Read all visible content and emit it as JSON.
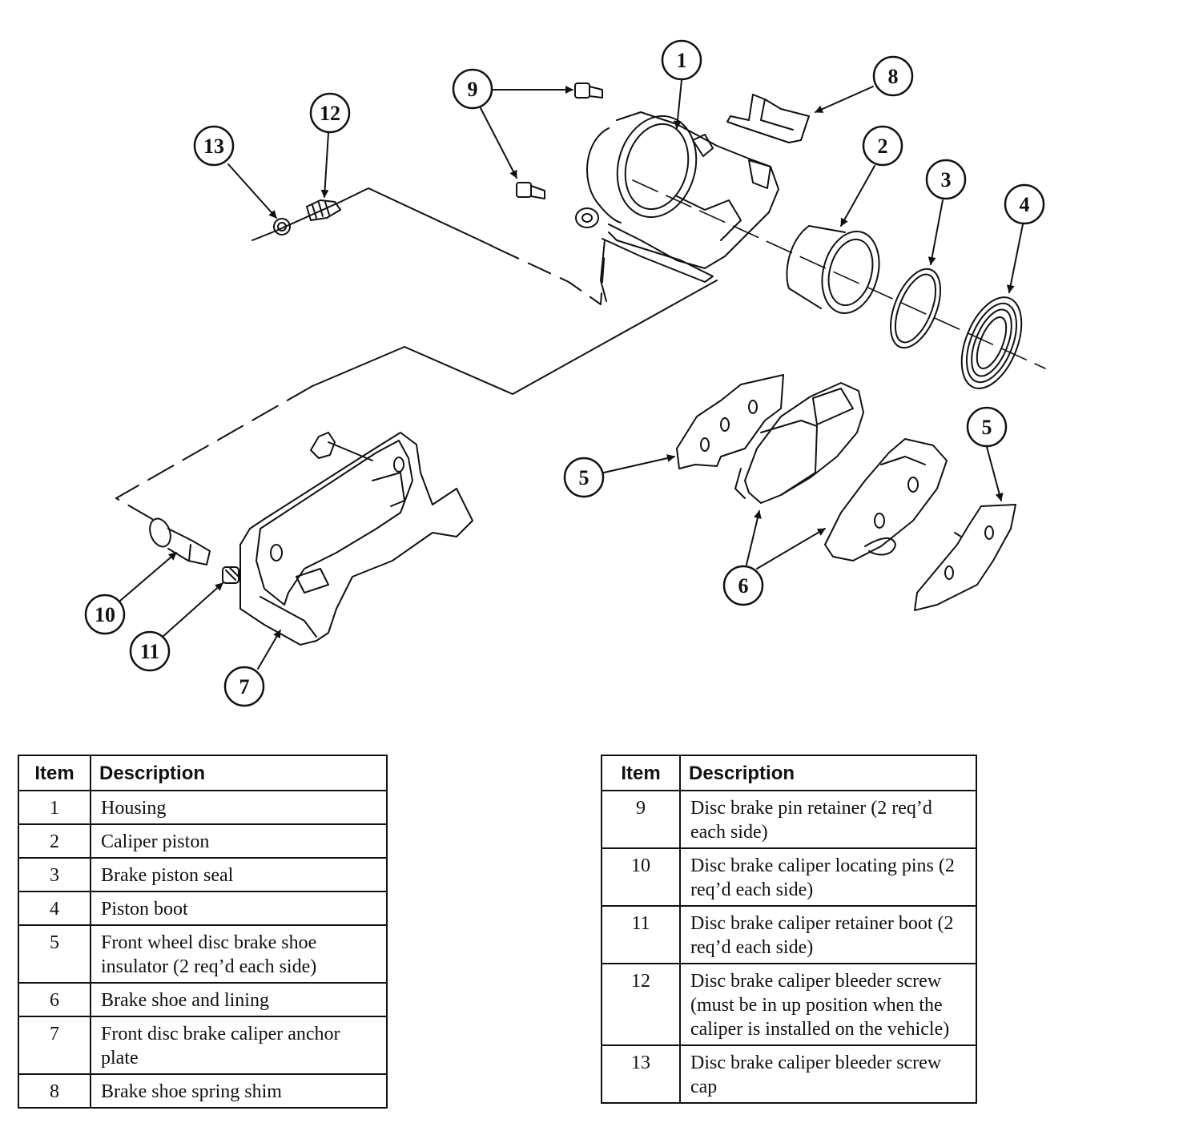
{
  "callouts": [
    "1",
    "2",
    "3",
    "4",
    "5",
    "6",
    "7",
    "8",
    "9",
    "10",
    "11",
    "12",
    "13"
  ],
  "table_left": {
    "header_item": "Item",
    "header_description": "Description",
    "rows": [
      {
        "item": "1",
        "description": "Housing"
      },
      {
        "item": "2",
        "description": "Caliper piston"
      },
      {
        "item": "3",
        "description": "Brake piston seal"
      },
      {
        "item": "4",
        "description": "Piston boot"
      },
      {
        "item": "5",
        "description": "Front wheel disc brake shoe insulator (2 req’d each side)"
      },
      {
        "item": "6",
        "description": "Brake shoe and lining"
      },
      {
        "item": "7",
        "description": "Front disc brake caliper anchor plate"
      },
      {
        "item": "8",
        "description": "Brake shoe spring shim"
      }
    ]
  },
  "table_right": {
    "header_item": "Item",
    "header_description": "Description",
    "rows": [
      {
        "item": "9",
        "description": "Disc brake pin retainer (2 req’d each side)"
      },
      {
        "item": "10",
        "description": "Disc brake caliper locating pins (2 req’d each side)"
      },
      {
        "item": "11",
        "description": "Disc brake caliper retainer boot (2 req’d each side)"
      },
      {
        "item": "12",
        "description": "Disc brake caliper bleeder screw (must be in up position when the caliper is installed on the vehicle)"
      },
      {
        "item": "13",
        "description": "Disc brake caliper bleeder screw cap"
      }
    ]
  }
}
